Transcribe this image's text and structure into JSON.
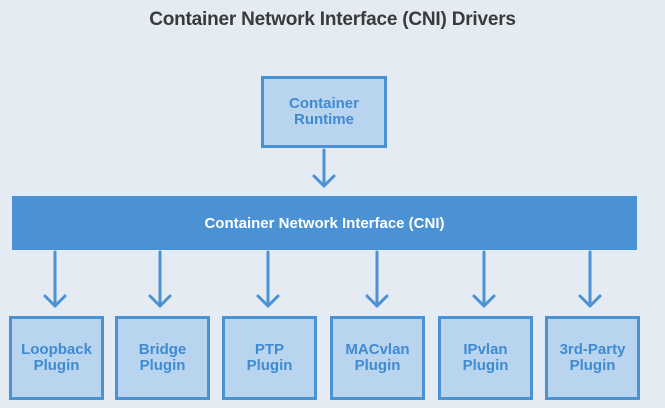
{
  "title": "Container Network Interface (CNI) Drivers",
  "runtime": {
    "label": "Container\nRuntime"
  },
  "cni": {
    "label": "Container Network Interface (CNI)"
  },
  "plugins": [
    {
      "label": "Loopback\nPlugin"
    },
    {
      "label": "Bridge\nPlugin"
    },
    {
      "label": "PTP\nPlugin"
    },
    {
      "label": "MACvlan\nPlugin"
    },
    {
      "label": "IPvlan\nPlugin"
    },
    {
      "label": "3rd-Party\nPlugin"
    }
  ],
  "colors": {
    "background": "#e4ebf3",
    "accent": "#4b92d4",
    "box_fill": "#b9d4ef",
    "title_text": "#3a3a3a"
  }
}
